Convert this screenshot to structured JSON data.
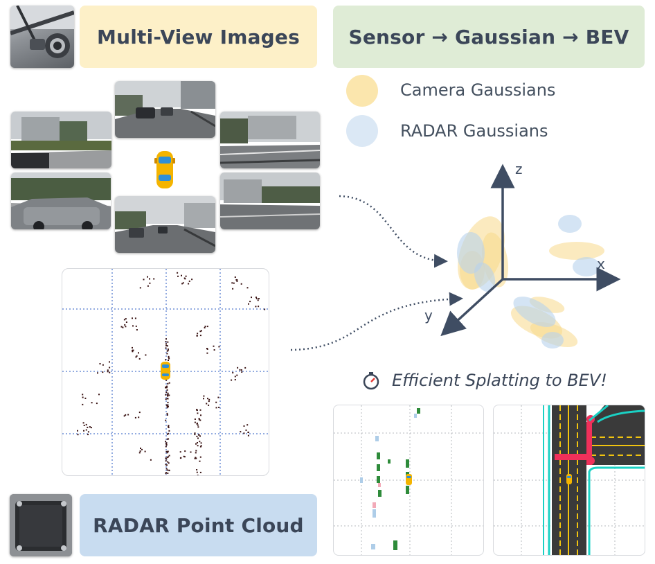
{
  "banners": {
    "multiview": "Multi-View Images",
    "sensor_to_bev": "Sensor → Gaussian → BEV",
    "radar": "RADAR Point Cloud"
  },
  "legend": {
    "camera": "Camera Gaussians",
    "radar": "RADAR Gaussians"
  },
  "axes": {
    "x": "x",
    "y": "y",
    "z": "z"
  },
  "splatting_caption": "Efficient Splatting to BEV!",
  "icons": [
    "camera-sensor-photo",
    "radar-sensor-photo",
    "car-icon",
    "stopwatch-icon"
  ],
  "colors": {
    "multiview_banner": "#fdf0c8",
    "sensor_banner": "#dfecd6",
    "radar_banner": "#c8dcf0",
    "camera_gaussian": "#f8d98a",
    "radar_gaussian": "#b7d2ec",
    "axis": "#3f4d63",
    "grid": "#6f8fd6",
    "car": "#f4b400",
    "road": "#3a3a3a",
    "lane": "#f1c40f",
    "curb": "#1ad1c4",
    "crossing": "#f0305a",
    "vehicle_box": "#2e8b3a"
  }
}
